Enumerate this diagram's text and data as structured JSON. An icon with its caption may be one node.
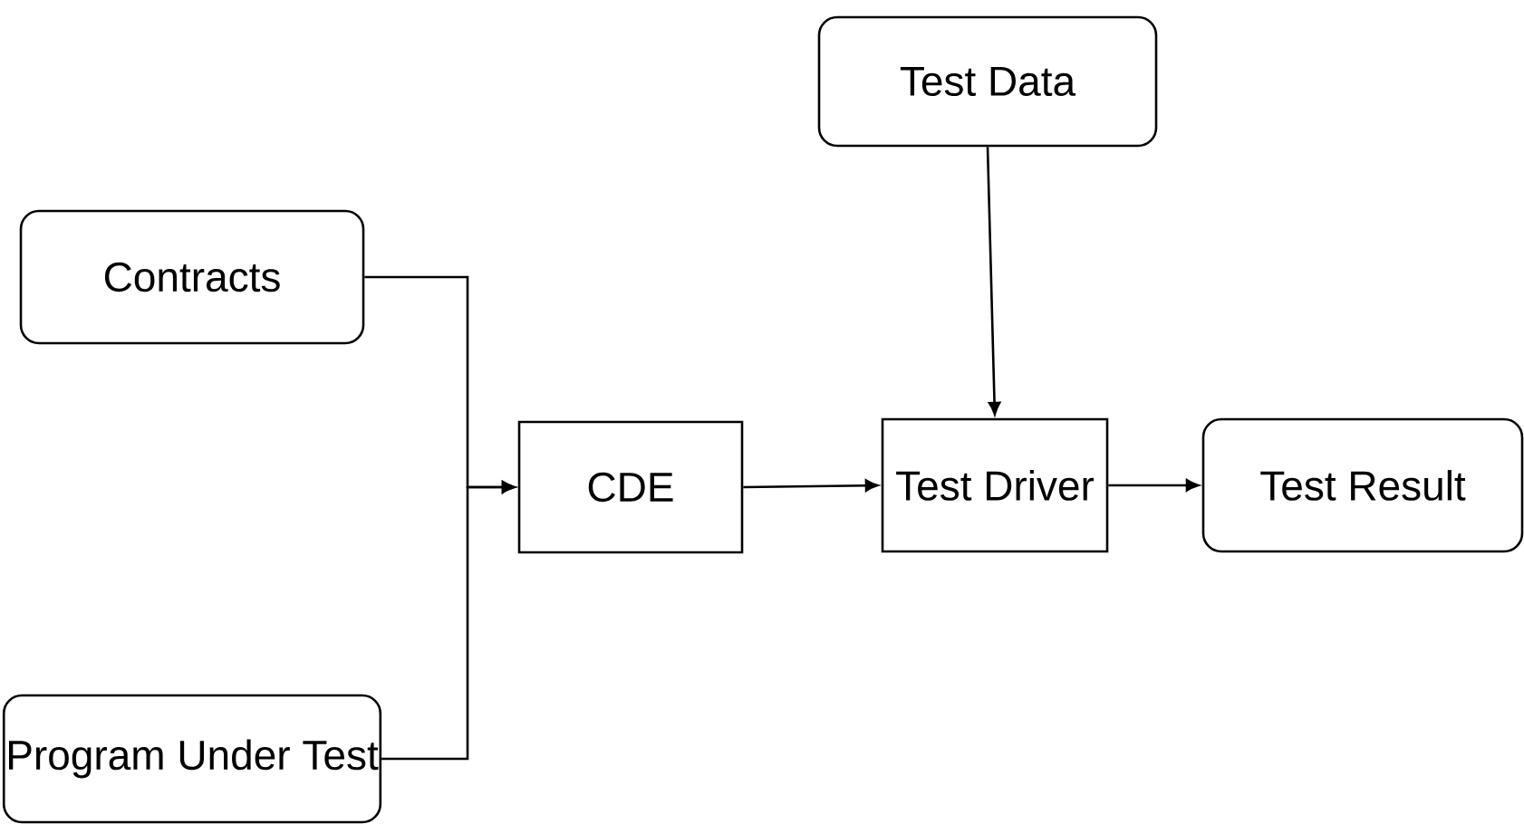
{
  "diagram": {
    "nodes": [
      {
        "text": [
          "Test Data"
        ]
      },
      {
        "text": [
          "Contracts"
        ]
      },
      {
        "text": [
          "CDE"
        ]
      },
      {
        "text": [
          "Test Driver"
        ]
      },
      {
        "text": [
          "Test Result"
        ]
      },
      {
        "text": [
          "Program Under Test"
        ]
      }
    ],
    "edges": [
      {
        "from": 1,
        "to": 2,
        "arrow": "to"
      },
      {
        "from": 5,
        "to": 2,
        "arrow": "to"
      },
      {
        "from": 2,
        "to": 3,
        "arrow": "to"
      },
      {
        "from": 0,
        "to": 3,
        "arrow": "to"
      },
      {
        "from": 3,
        "to": 4,
        "arrow": "to"
      }
    ]
  }
}
